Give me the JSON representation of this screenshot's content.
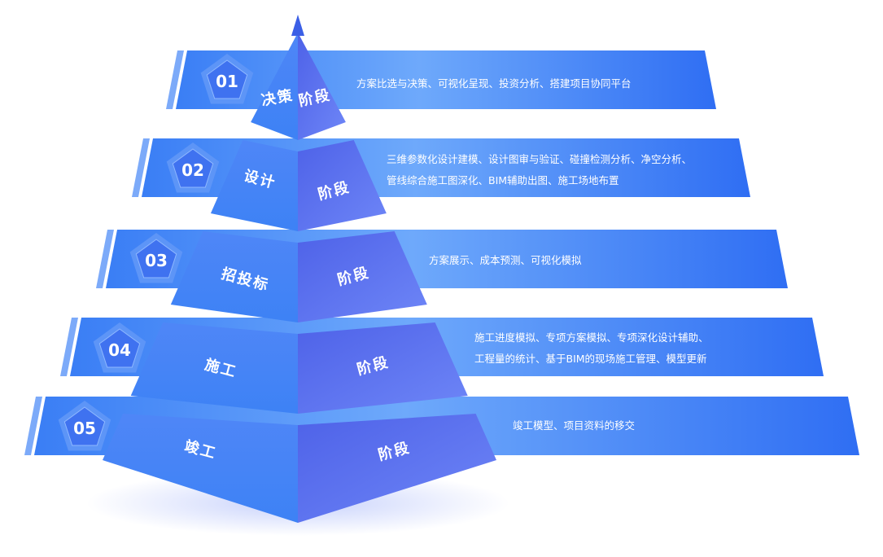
{
  "stages": [
    {
      "number": "01",
      "name": "决策",
      "suffix": "阶段",
      "description": [
        "方案比选与决策、可视化呈现、投资分析、搭建项目协同平台"
      ]
    },
    {
      "number": "02",
      "name": "设计",
      "suffix": "阶段",
      "description": [
        "三维参数化设计建模、设计图审与验证、碰撞检测分析、净空分析、",
        "管线综合施工图深化、BIM辅助出图、施工场地布置"
      ]
    },
    {
      "number": "03",
      "name": "招投标",
      "suffix": "阶段",
      "description": [
        "方案展示、成本预测、可视化模拟"
      ]
    },
    {
      "number": "04",
      "name": "施工",
      "suffix": "阶段",
      "description": [
        "施工进度模拟、专项方案模拟、专项深化设计辅助、",
        "工程量的统计、基于BIM的现场施工管理、模型更新"
      ]
    },
    {
      "number": "05",
      "name": "竣工",
      "suffix": "阶段",
      "description": [
        "竣工模型、项目资料的移交"
      ]
    }
  ],
  "colors": {
    "band_light": "#6aa6fb",
    "band_dark": "#2f6df2",
    "pyramid_left": "#4a7df6",
    "pyramid_right": "#5e72f0",
    "badge": "#3f72f0"
  }
}
